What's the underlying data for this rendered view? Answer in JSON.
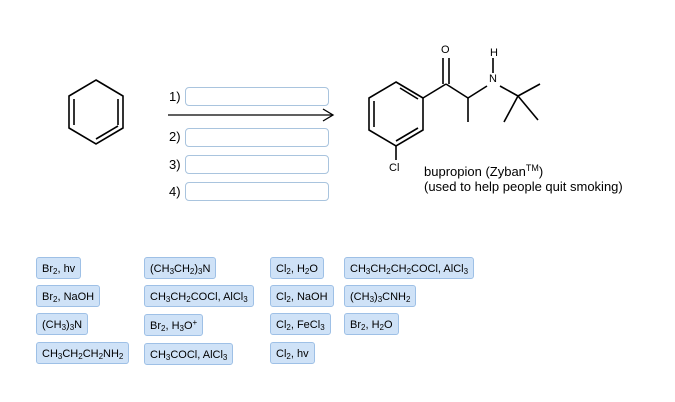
{
  "reaction": {
    "steps": [
      {
        "number": "1)",
        "value": ""
      },
      {
        "number": "2)",
        "value": ""
      },
      {
        "number": "3)",
        "value": ""
      },
      {
        "number": "4)",
        "value": ""
      }
    ]
  },
  "product": {
    "name": "bupropion (Zyban",
    "trademark": "TM",
    "name_end": ")",
    "note": "(used to help people quit smoking)",
    "atom_o": "O",
    "atom_n": "N",
    "atom_h": "H",
    "atom_cl": "Cl"
  },
  "reagents": [
    [
      "Br",
      {
        "s": "2"
      },
      ", hv"
    ],
    [
      "Br",
      {
        "s": "2"
      },
      ", NaOH"
    ],
    [
      "(CH",
      {
        "s": "3"
      },
      ")",
      {
        "s": "3"
      },
      "N"
    ],
    [
      "CH",
      {
        "s": "3"
      },
      "CH",
      {
        "s": "2"
      },
      "CH",
      {
        "s": "2"
      },
      "NH",
      {
        "s": "2"
      }
    ],
    [
      "(CH",
      {
        "s": "3"
      },
      "CH",
      {
        "s": "2"
      },
      ")",
      {
        "s": "3"
      },
      "N"
    ],
    [
      "CH",
      {
        "s": "3"
      },
      "CH",
      {
        "s": "2"
      },
      "COCl, AlCl",
      {
        "s": "3"
      }
    ],
    [
      "Br",
      {
        "s": "2"
      },
      ", H",
      {
        "s": "3"
      },
      "O",
      {
        "p": "+"
      }
    ],
    [
      "CH",
      {
        "s": "3"
      },
      "COCl, AlCl",
      {
        "s": "3"
      }
    ],
    [
      "Cl",
      {
        "s": "2"
      },
      ", H",
      {
        "s": "2"
      },
      "O"
    ],
    [
      "Cl",
      {
        "s": "2"
      },
      ", NaOH"
    ],
    [
      "Cl",
      {
        "s": "2"
      },
      ", FeCl",
      {
        "s": "3"
      }
    ],
    [
      "Cl",
      {
        "s": "2"
      },
      ", hv"
    ],
    [
      "CH",
      {
        "s": "3"
      },
      "CH",
      {
        "s": "2"
      },
      "CH",
      {
        "s": "2"
      },
      "COCl, AlCl",
      {
        "s": "3"
      }
    ],
    [
      "(CH",
      {
        "s": "3"
      },
      ")",
      {
        "s": "3"
      },
      "CNH",
      {
        "s": "2"
      }
    ],
    [
      "Br",
      {
        "s": "2"
      },
      ", H",
      {
        "s": "2"
      },
      "O"
    ]
  ]
}
